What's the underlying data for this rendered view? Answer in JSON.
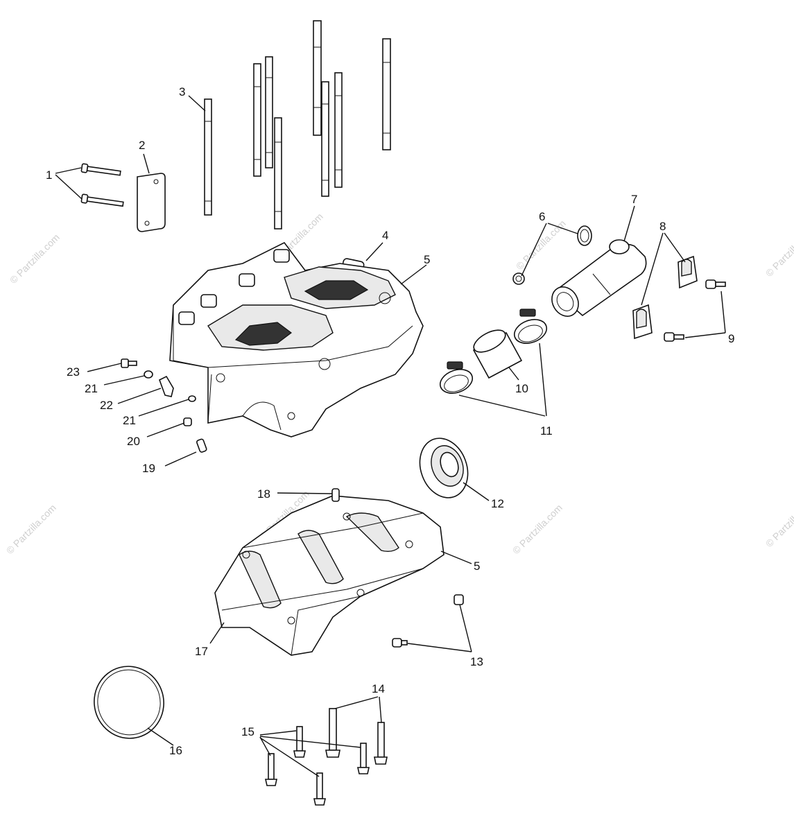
{
  "watermark": "© Partzilla.com",
  "callouts": {
    "c1": "1",
    "c2": "2",
    "c3": "3",
    "c4": "4",
    "c5a": "5",
    "c5b": "5",
    "c6": "6",
    "c7": "7",
    "c8": "8",
    "c9": "9",
    "c10": "10",
    "c11": "11",
    "c12": "12",
    "c13": "13",
    "c14": "14",
    "c15": "15",
    "c16": "16",
    "c17": "17",
    "c18": "18",
    "c19": "19",
    "c20": "20",
    "c21a": "21",
    "c21b": "21",
    "c22": "22",
    "c23": "23"
  }
}
